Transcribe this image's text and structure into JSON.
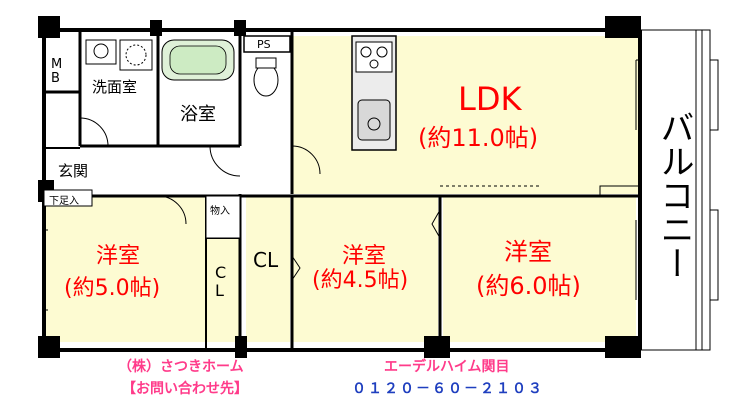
{
  "rooms": {
    "mb": "M\nB",
    "washroom": "洗面室",
    "bath": "浴室",
    "ps": "PS",
    "ldk_name": "LDK",
    "ldk_size": "(約11.0帖)",
    "balcony": "バルコニー",
    "entrance": "玄関",
    "shoe_closet": "下足入",
    "storage": "物入",
    "room_left_name": "洋室",
    "room_left_size": "(約5.0帖)",
    "cl_small": "C\nL",
    "cl_large": "CL",
    "room_mid_name": "洋室",
    "room_mid_size": "(約4.5帖)",
    "room_right_name": "洋室",
    "room_right_size": "(約6.0帖)"
  },
  "footer": {
    "company": "（株）さつきホーム",
    "property": "エーデルハイム関目",
    "inquiry_label": "【お問い合わせ先】",
    "phone": "０１２０－６０－２１０３"
  },
  "colors": {
    "room_fill": "#fdfbd2",
    "wall": "#000000",
    "label_red": "#ff0000",
    "footer_pink": "#ff3b8a",
    "footer_blue": "#1f3fbf",
    "ldk_red": "#ff0000"
  }
}
